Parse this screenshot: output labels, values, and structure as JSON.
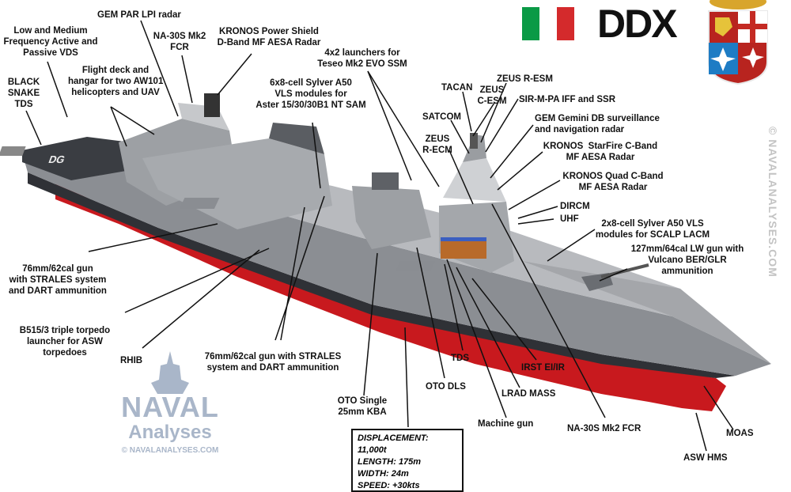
{
  "brand": {
    "title": "DDX",
    "flag_colors": [
      "#0a9a46",
      "#ffffff",
      "#d42a2c"
    ]
  },
  "labels": [
    {
      "key": "gem_par",
      "text": "GEM PAR LPI radar"
    },
    {
      "key": "low_med",
      "text": "Low and Medium\nFrequency Active and\nPassive VDS"
    },
    {
      "key": "na30s_top",
      "text": "NA-30S Mk2\nFCR"
    },
    {
      "key": "kronos_power",
      "text": "KRONOS Power Shield\nD-Band MF AESA Radar"
    },
    {
      "key": "teseo",
      "text": "4x2 launchers for\nTeseo Mk2 EVO SSM"
    },
    {
      "key": "flight_deck",
      "text": "Flight deck and\nhangar for two AW101\nhelicopters and UAV"
    },
    {
      "key": "black_snake",
      "text": "BLACK\nSNAKE\nTDS"
    },
    {
      "key": "sylver_aster",
      "text": "6x8-cell Sylver A50\nVLS modules for\nAster 15/30/30B1 NT SAM"
    },
    {
      "key": "tacan",
      "text": "TACAN"
    },
    {
      "key": "zeus_resm",
      "text": "ZEUS R-ESM"
    },
    {
      "key": "zeus_cesm",
      "text": "ZEUS\nC-ESM"
    },
    {
      "key": "sir_m",
      "text": "SIR-M-PA IFF and SSR"
    },
    {
      "key": "satcom",
      "text": "SATCOM"
    },
    {
      "key": "gem_gemini",
      "text": "GEM Gemini DB surveillance\nand navigation radar"
    },
    {
      "key": "zeus_recm",
      "text": "ZEUS\nR-ECM"
    },
    {
      "key": "kronos_starfire",
      "text": "KRONOS  StarFire C-Band\nMF AESA Radar"
    },
    {
      "key": "kronos_quad",
      "text": "KRONOS Quad C-Band\nMF AESA Radar"
    },
    {
      "key": "dircm",
      "text": "DIRCM"
    },
    {
      "key": "uhf",
      "text": "UHF"
    },
    {
      "key": "sylver_scalp",
      "text": "2x8-cell Sylver A50 VLS\nmodules for SCALP LACM"
    },
    {
      "key": "gun127",
      "text": "127mm/64cal LW gun with\nVulcano BER/GLR\nammunition"
    },
    {
      "key": "gun76_left",
      "text": "76mm/62cal gun\nwith STRALES system\nand DART ammunition"
    },
    {
      "key": "b515",
      "text": "B515/3 triple torpedo\nlauncher for ASW\ntorpedoes"
    },
    {
      "key": "rhib",
      "text": "RHIB"
    },
    {
      "key": "gun76_mid",
      "text": "76mm/62cal gun with STRALES\nsystem and DART ammunition"
    },
    {
      "key": "oto_single",
      "text": "OTO Single\n25mm KBA"
    },
    {
      "key": "tds",
      "text": "TDS"
    },
    {
      "key": "oto_dls",
      "text": "OTO DLS"
    },
    {
      "key": "irst",
      "text": "IRST EI/IR"
    },
    {
      "key": "lrad",
      "text": "LRAD MASS"
    },
    {
      "key": "machine_gun",
      "text": "Machine gun"
    },
    {
      "key": "na30s_low",
      "text": "NA-30S Mk2 FCR"
    },
    {
      "key": "moas",
      "text": "MOAS"
    },
    {
      "key": "asw_hms",
      "text": "ASW HMS"
    }
  ],
  "specs": {
    "displacement": "DISPLACEMENT: 11,000t",
    "length": "LENGTH: 175m",
    "width": "WIDTH: 24m",
    "speed": "SPEED: +30kts"
  },
  "watermark": {
    "line1": "NAVAL",
    "line2": "Analyses",
    "site": "© NAVALANALYSES.COM",
    "vertical": "© NAVALANALYSES.COM"
  },
  "deck_number": "DG"
}
